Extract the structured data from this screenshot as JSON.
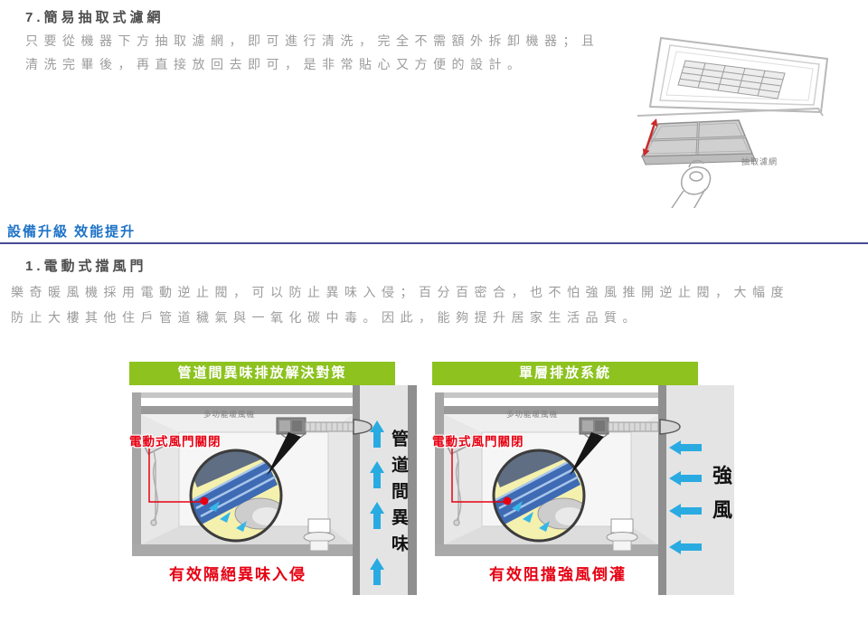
{
  "section7": {
    "heading": "7.簡易抽取式濾網",
    "body_line1": "只要從機器下方抽取濾網，即可進行清洗，完全不需額外拆卸機器；且",
    "body_line2": "清洗完畢後，再直接放回去即可，是非常貼心又方便的設計。",
    "illustration_caption": "抽取濾網"
  },
  "upgrade_section": {
    "heading": "設備升級 效能提升",
    "item1": {
      "heading": "1.電動式擋風門",
      "body_line1": "樂奇暖風機採用電動逆止閥，可以防止異味入侵；百分百密合，也不怕強風推開逆止閥，大幅度",
      "body_line2": "防止大樓其他住戶管道穢氣與一氧化碳中毒。因此，能夠提升居家生活品質。"
    }
  },
  "diagrams": {
    "left": {
      "title": "管道間異味排放解決對策",
      "unit_label": "多功能暖風機",
      "damper_label": "電動式風門關閉",
      "shaft_label": "管道間異味",
      "caption": "有效隔絕異味入侵"
    },
    "right": {
      "title": "單層排放系統",
      "unit_label": "多功能暖風機",
      "damper_label": "電動式風門關閉",
      "wind_label": "強風",
      "caption": "有效阻擋強風倒灌"
    }
  },
  "colors": {
    "header_green": "#8dc21f",
    "heading_blue": "#1e73c8",
    "divider_indigo": "#4b4b96",
    "label_red": "#e60012",
    "arrow_blue": "#29abe2",
    "body_gray": "#9c9c9c",
    "heading_gray": "#4d4d4d"
  }
}
